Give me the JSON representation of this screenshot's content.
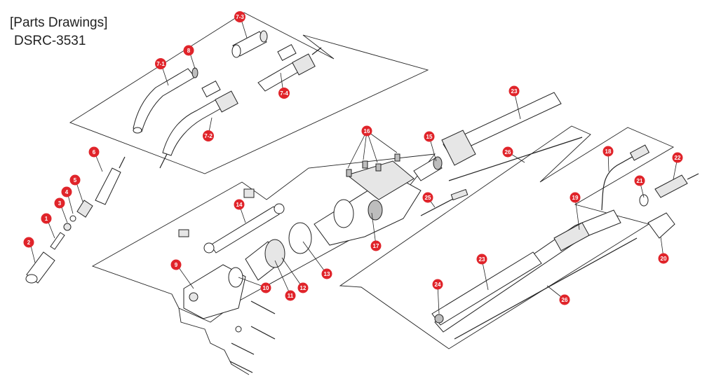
{
  "header": {
    "title": "[Parts Drawings]",
    "model": "DSRC-3531"
  },
  "badge_color": "#e0242a",
  "callouts": [
    {
      "id": "c1",
      "label": "1"
    },
    {
      "id": "c2",
      "label": "2"
    },
    {
      "id": "c3",
      "label": "3"
    },
    {
      "id": "c4",
      "label": "4"
    },
    {
      "id": "c5",
      "label": "5"
    },
    {
      "id": "c6",
      "label": "6"
    },
    {
      "id": "c7-1",
      "label": "7-1"
    },
    {
      "id": "c7-2",
      "label": "7-2"
    },
    {
      "id": "c7-3",
      "label": "7-3"
    },
    {
      "id": "c7-4",
      "label": "7-4"
    },
    {
      "id": "c8",
      "label": "8"
    },
    {
      "id": "c9",
      "label": "9"
    },
    {
      "id": "c10",
      "label": "10"
    },
    {
      "id": "c11",
      "label": "11"
    },
    {
      "id": "c12",
      "label": "12"
    },
    {
      "id": "c13",
      "label": "13"
    },
    {
      "id": "c14",
      "label": "14"
    },
    {
      "id": "c15",
      "label": "15"
    },
    {
      "id": "c16",
      "label": "16"
    },
    {
      "id": "c17",
      "label": "17"
    },
    {
      "id": "c18",
      "label": "18"
    },
    {
      "id": "c19",
      "label": "19"
    },
    {
      "id": "c20",
      "label": "20"
    },
    {
      "id": "c21",
      "label": "21"
    },
    {
      "id": "c22",
      "label": "22"
    },
    {
      "id": "c23a",
      "label": "23"
    },
    {
      "id": "c23b",
      "label": "23"
    },
    {
      "id": "c24",
      "label": "24"
    },
    {
      "id": "c25",
      "label": "25"
    },
    {
      "id": "c26a",
      "label": "26"
    },
    {
      "id": "c26b",
      "label": "26"
    }
  ]
}
